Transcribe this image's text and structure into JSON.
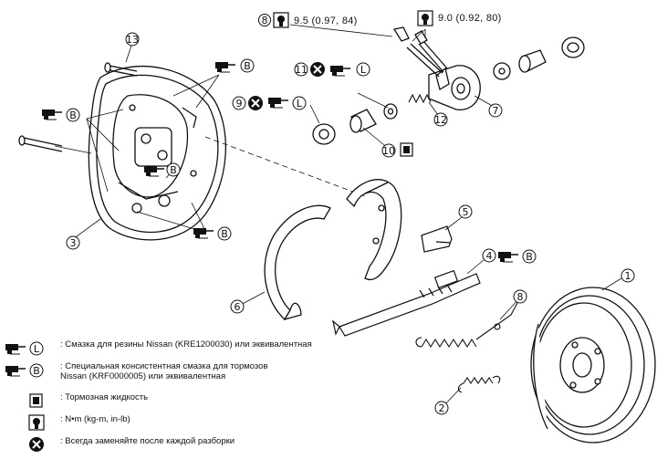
{
  "torque_specs": [
    {
      "ref": "8",
      "value": "9.5 (0.97, 84)"
    },
    {
      "ref": "",
      "value": "9.0 (0.92, 80)"
    }
  ],
  "callouts": [
    "1",
    "2",
    "3",
    "4",
    "5",
    "6",
    "7",
    "8",
    "9",
    "10",
    "11",
    "12",
    "13"
  ],
  "marks": {
    "lube_L": "L",
    "grease_B": "B"
  },
  "legend": [
    {
      "icon": "rubber-grease-icon",
      "letter": "L",
      "text": ": Смазка для резины Nissan (KRE1200030) или эквивалентная"
    },
    {
      "icon": "brake-grease-icon",
      "letter": "B",
      "text": ": Специальная консистентная смазка для тормозов\nNissan (KRF0000005) или эквивалентная"
    },
    {
      "icon": "brake-fluid-icon",
      "letter": "",
      "text": ": Тормозная жидкость"
    },
    {
      "icon": "torque-wrench-icon",
      "letter": "",
      "text": ": N•m (kg-m, in-lb)"
    },
    {
      "icon": "replace-part-icon",
      "letter": "",
      "text": ": Всегда заменяйте после каждой разборки"
    }
  ]
}
